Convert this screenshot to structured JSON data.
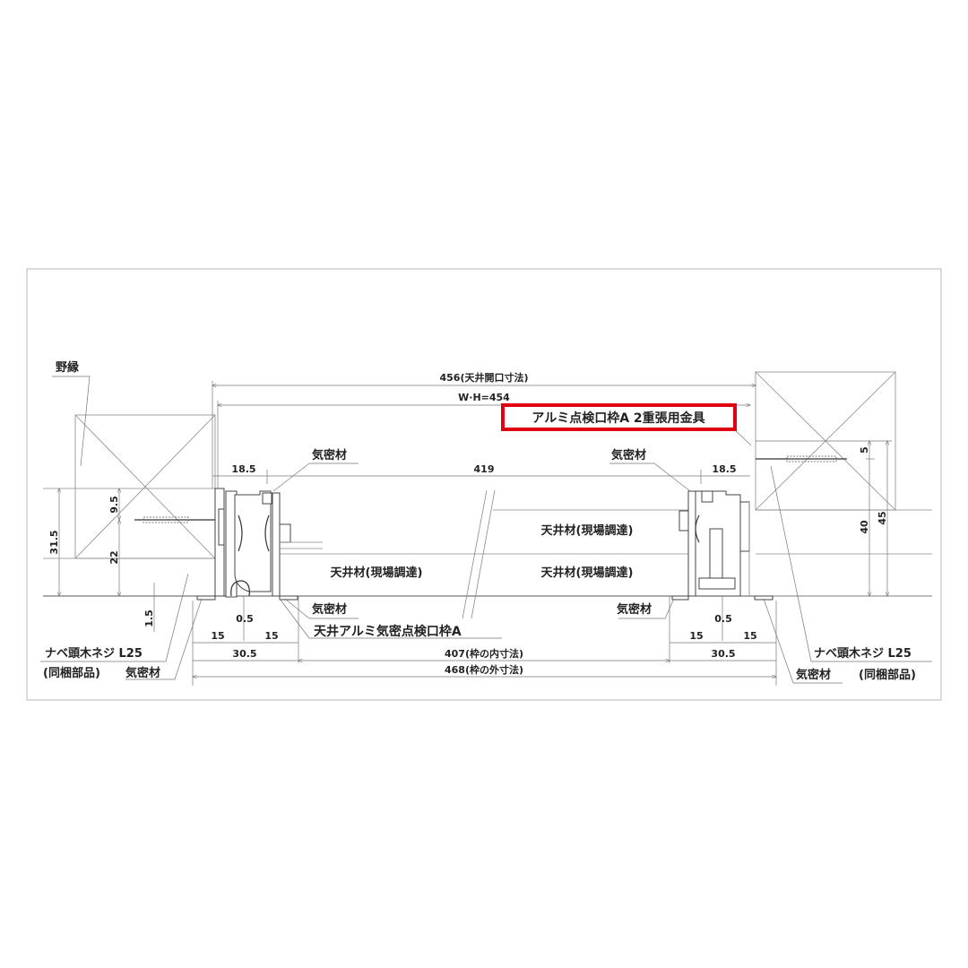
{
  "labels": {
    "noen": "野縁",
    "opening": "456(天井開口寸法)",
    "wh": "W·H=454",
    "highlight": "アルミ点検口枠A 2重張用金具",
    "kimitsu_tl": "気密材",
    "kimitsu_tr": "気密材",
    "kimitsu_bl": "気密材",
    "kimitsu_br": "気密材",
    "kimitsu_left_bottom": "気密材",
    "kimitsu_right_bottom": "気密材",
    "ceiling_top_right": "天井材(現場調達)",
    "ceiling_left": "天井材(現場調達)",
    "ceiling_right": "天井材(現場調達)",
    "product_name": "天井アルミ気密点検口枠A",
    "screw_left": "ナベ頭木ネジ L25",
    "screw_left_note": "(同梱部品)",
    "screw_right": "ナベ頭木ネジ L25",
    "screw_right_note": "(同梱部品)"
  },
  "dimensions": {
    "left_18_5": "18.5",
    "center_419": "419",
    "right_18_5": "18.5",
    "v_9_5": "9.5",
    "v_31_5": "31.5",
    "v_22": "22",
    "v_1_5": "1.5",
    "l_0_5": "0.5",
    "l_15a": "15",
    "l_15b": "15",
    "l_30_5": "30.5",
    "r_0_5": "0.5",
    "r_15a": "15",
    "r_15b": "15",
    "r_30_5": "30.5",
    "inner": "407(枠の内寸法)",
    "outer": "468(枠の外寸法)",
    "v_5": "5",
    "v_40": "40",
    "v_45": "45"
  },
  "colors": {
    "highlight": "#e00012",
    "frame_border": "#cfcfcf"
  }
}
